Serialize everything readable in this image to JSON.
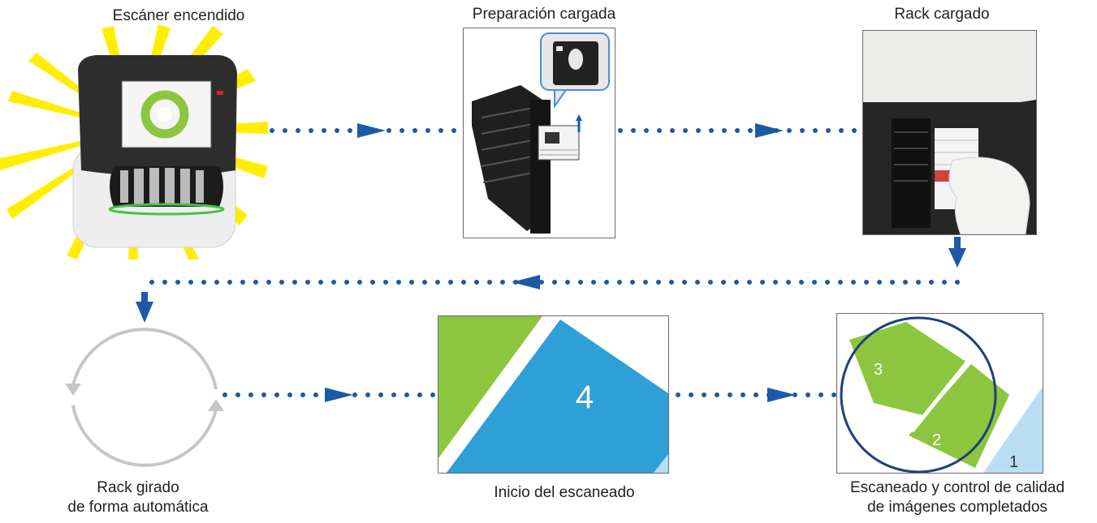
{
  "steps": {
    "scanner_on": "Escáner encendido",
    "slides_loaded": "Preparación cargada",
    "rack_loaded": "Rack cargado",
    "rack_rotated": {
      "line1": "Rack girado",
      "line2": "de forma automática"
    },
    "scan_start": "Inicio del escaneado",
    "scan_done": {
      "line1": "Escaneado y control de calidad",
      "line2": "de imágenes completados"
    }
  },
  "segment_numbers": {
    "start": "4",
    "done_a": "3",
    "done_b": "2",
    "done_c": "1"
  },
  "colors": {
    "arrow_blue": "#1a5aa6",
    "segment_green": "#8cc63e",
    "segment_blue": "#2f9fd8",
    "segment_light_blue": "#b9def3",
    "ring_navy": "#1f3f7f",
    "flash_yellow": "#ffee00",
    "cycle_gray": "#c4c6ca"
  }
}
